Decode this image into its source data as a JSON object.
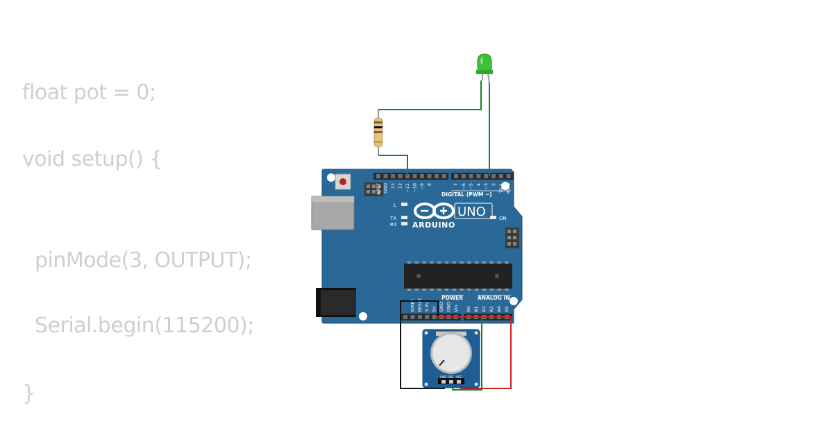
{
  "code": {
    "lines": [
      "float pot = 0;",
      "void setup() {",
      "pinMode(3, OUTPUT);",
      "Serial.begin(115200);",
      "}"
    ]
  },
  "board": {
    "brand": "ARDUINO",
    "model": "UNO",
    "digital_header": "DIGITAL (PWM ~)",
    "power_header": "POWER",
    "analog_header": "ANALOG IN",
    "on_label": "ON",
    "led_l": "L",
    "led_tx": "TX",
    "led_rx": "RX",
    "digital_pins": [
      "AREF",
      "GND",
      "13",
      "12",
      "~11",
      "~10",
      "~9",
      "8",
      "7",
      "~6",
      "~5",
      "4",
      "~3",
      "2",
      "TX 1",
      "RX 0"
    ],
    "power_pins": [
      "IOREF",
      "RESET",
      "3.3V",
      "5V",
      "GND",
      "GND",
      "Vin"
    ],
    "analog_pins": [
      "A0",
      "A1",
      "A2",
      "A3",
      "A4",
      "A5"
    ]
  },
  "potentiometer": {
    "pins": [
      "GND",
      "SIG",
      "VCC"
    ]
  },
  "colors": {
    "board": "#2a6897",
    "wire_green": "#0f8a1f",
    "wire_red": "#d11f1f",
    "wire_black": "#111111",
    "led": "#3fbf3a",
    "code_text": "#cfcfcf"
  }
}
